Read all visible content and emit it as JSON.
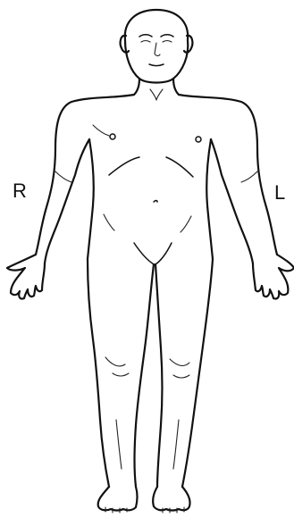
{
  "labels": {
    "right_side": "R",
    "left_side": "L"
  },
  "figure": {
    "subject": "front-view-human-body-outline"
  }
}
